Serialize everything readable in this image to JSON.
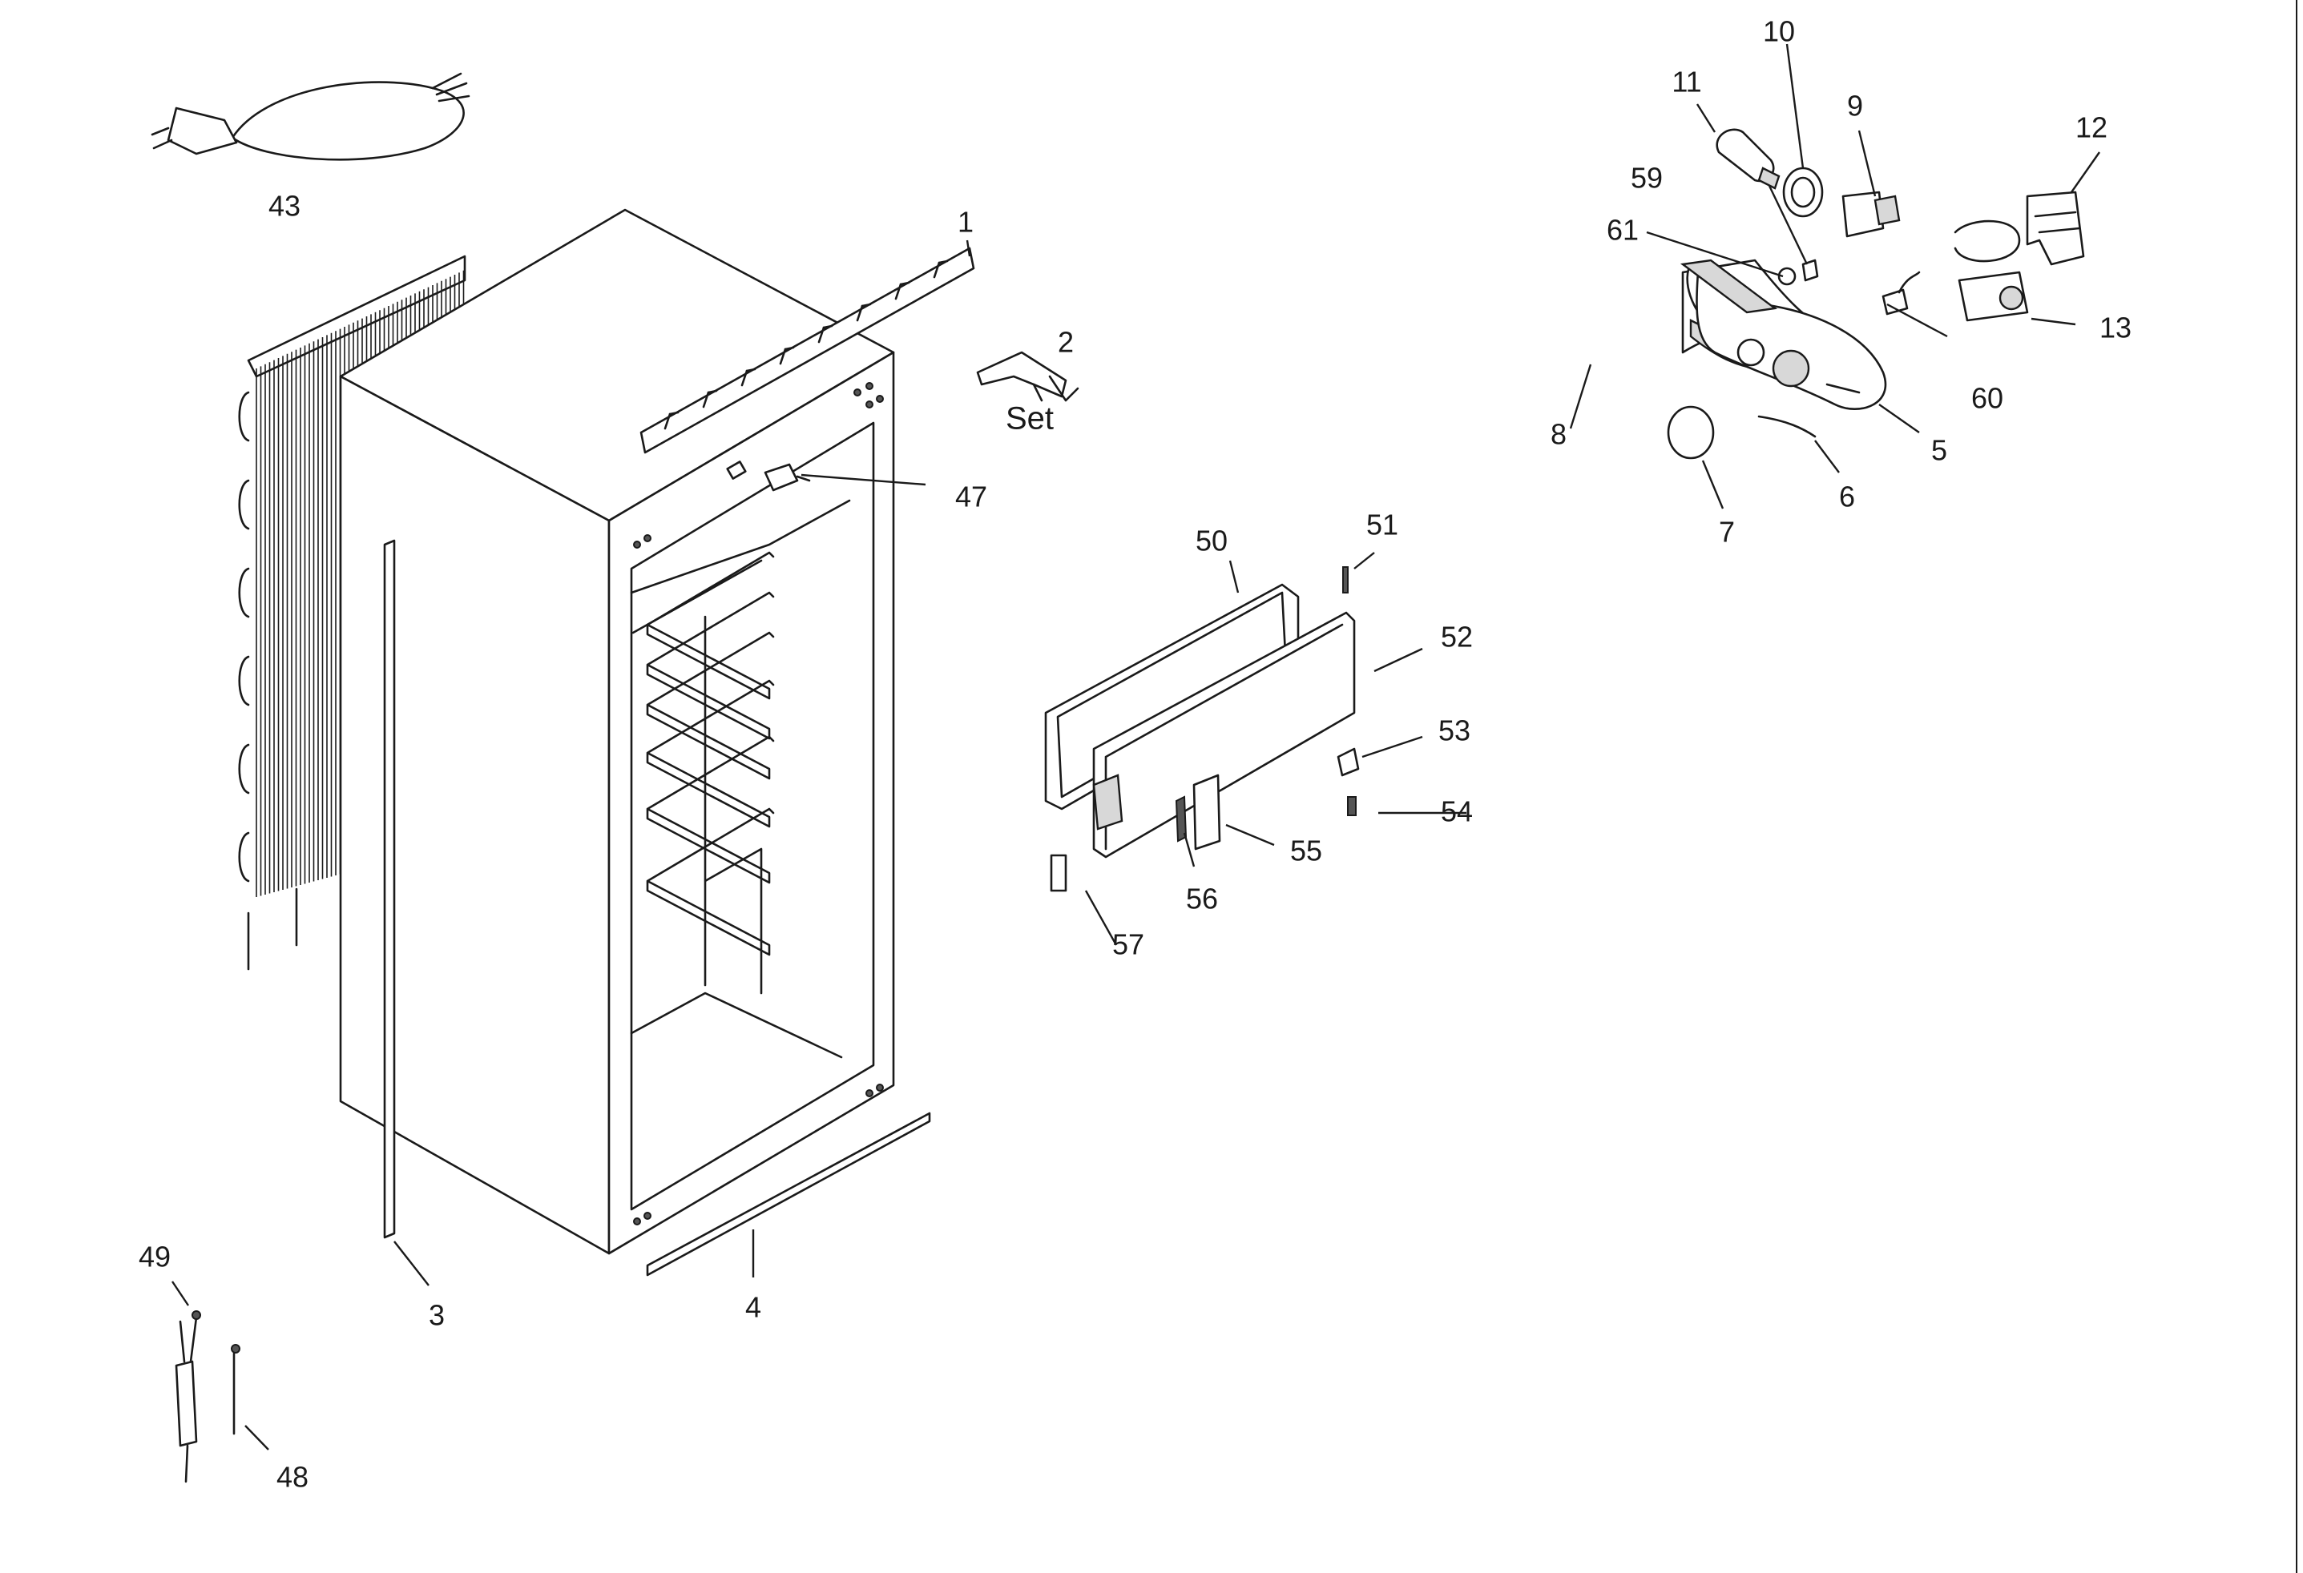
{
  "callouts": {
    "c1": "1",
    "c2": "2",
    "set": "Set",
    "c3": "3",
    "c4": "4",
    "c5": "5",
    "c6": "6",
    "c7": "7",
    "c8": "8",
    "c9": "9",
    "c10": "10",
    "c11": "11",
    "c12": "12",
    "c13": "13",
    "c43": "43",
    "c47": "47",
    "c48": "48",
    "c49": "49",
    "c50": "50",
    "c51": "51",
    "c52": "52",
    "c53": "53",
    "c54": "54",
    "c55": "55",
    "c56": "56",
    "c57": "57",
    "c59": "59",
    "c60": "60",
    "c61": "61"
  }
}
